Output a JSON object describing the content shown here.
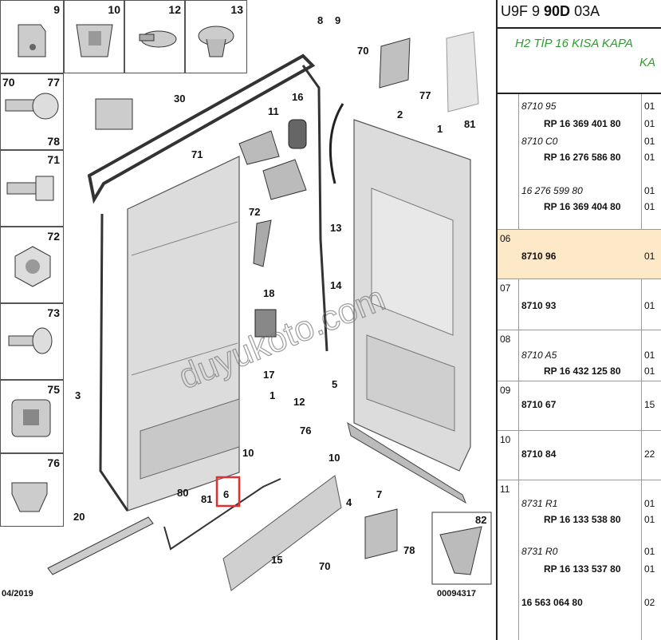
{
  "legend": [
    {
      "id": "n9",
      "label": "9"
    },
    {
      "id": "n10",
      "label": "10"
    },
    {
      "id": "n12",
      "label": "12"
    },
    {
      "id": "n13",
      "label": "13"
    },
    {
      "id": "n70",
      "label": "70"
    },
    {
      "id": "n77",
      "label": "77"
    },
    {
      "id": "n78",
      "label": "78"
    },
    {
      "id": "n71",
      "label": "71"
    },
    {
      "id": "n72",
      "label": "72"
    },
    {
      "id": "n73",
      "label": "73"
    },
    {
      "id": "n75",
      "label": "75"
    },
    {
      "id": "n76",
      "label": "76"
    }
  ],
  "callouts": [
    "30",
    "11",
    "16",
    "8",
    "9",
    "70",
    "77",
    "2",
    "81",
    "1",
    "71",
    "72",
    "13",
    "18",
    "14",
    "17",
    "3",
    "1",
    "12",
    "5",
    "76",
    "10",
    "10",
    "7",
    "4",
    "80",
    "81",
    "6",
    "20",
    "15",
    "78",
    "70",
    "82"
  ],
  "footer": {
    "date": "04/2019",
    "code": "00094317"
  },
  "watermark": "duyukoto.com",
  "panel": {
    "title_prefix": "U9F 9 ",
    "title_bold": "90D",
    "title_suffix": " 03A",
    "subtitle_line1": "H2 TİP 16 KISA KAPA",
    "subtitle_line2": "KA",
    "rows": [
      {
        "num": "",
        "lines": [
          {
            "ref": "8710 95",
            "style": "it",
            "qty": "01"
          },
          {
            "ref": "RP 16 369 401 80",
            "style": "bd",
            "qty": "01"
          },
          {
            "ref": "8710 C0",
            "style": "it",
            "qty": "01"
          },
          {
            "ref": "RP 16 276 586 80",
            "style": "bd",
            "qty": "01"
          },
          {
            "ref": "16 276 599 80",
            "style": "it",
            "qty": "01"
          },
          {
            "ref": "RP 16 369 404 80",
            "style": "bd",
            "qty": "01"
          }
        ]
      },
      {
        "num": "06",
        "ref": "8710 96",
        "qty": "01"
      },
      {
        "num": "07",
        "ref": "8710 93",
        "qty": "01"
      },
      {
        "num": "08",
        "lines": [
          {
            "ref": "8710 A5",
            "style": "it",
            "qty": "01"
          },
          {
            "ref": "RP 16 432 125 80",
            "style": "bd",
            "qty": "01"
          }
        ]
      },
      {
        "num": "09",
        "ref": "8710 67",
        "qty": "15"
      },
      {
        "num": "10",
        "ref": "8710 84",
        "qty": "22"
      },
      {
        "num": "11",
        "lines": [
          {
            "ref": "8731 R1",
            "style": "it",
            "qty": "01"
          },
          {
            "ref": "RP 16 133 538 80",
            "style": "bd",
            "qty": "01"
          },
          {
            "ref": "8731 R0",
            "style": "it",
            "qty": "01"
          },
          {
            "ref": "RP 16 133 537 80",
            "style": "bd",
            "qty": "01"
          },
          {
            "ref": "16 563 064 80",
            "style": "bd",
            "qty": "02"
          }
        ]
      }
    ]
  },
  "colors": {
    "highlight_row": "#fde8c8",
    "subtitle": "#2e9c2e",
    "callout_box": "#e03030",
    "panel_door": "#dcdcdc"
  }
}
